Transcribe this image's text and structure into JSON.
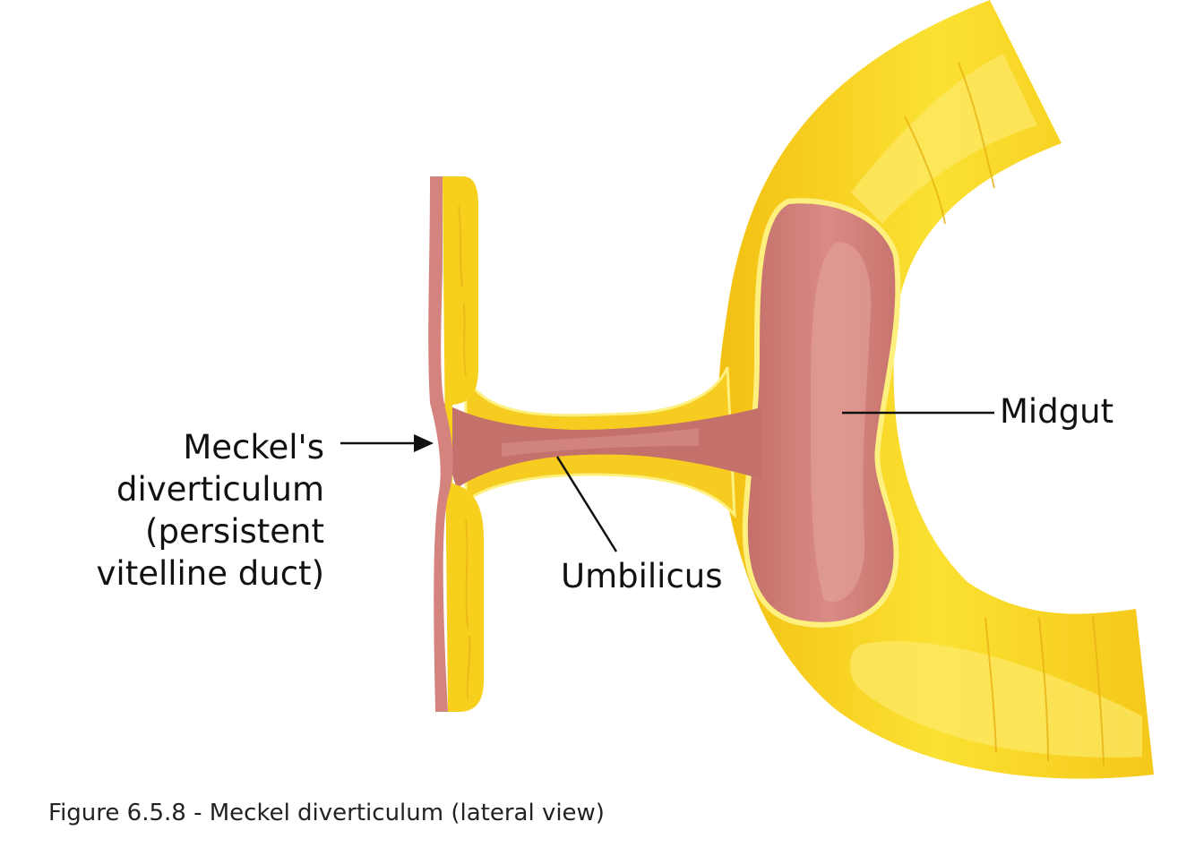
{
  "labels": {
    "meckel_lines": [
      "Meckel's",
      "diverticulum",
      "(persistent",
      "vitelline duct)"
    ],
    "midgut": "Midgut",
    "umbilicus": "Umbilicus"
  },
  "caption": "Figure 6.5.8 - Meckel diverticulum (lateral view)",
  "colors": {
    "yellow_outer": "#f7cc1c",
    "yellow_inner": "#fbe63c",
    "yellow_light": "#fdf07e",
    "pink_wall": "#d4847e",
    "pink_lumen": "#c97873",
    "pink_light": "#e09a93",
    "leader_line": "#111111"
  }
}
